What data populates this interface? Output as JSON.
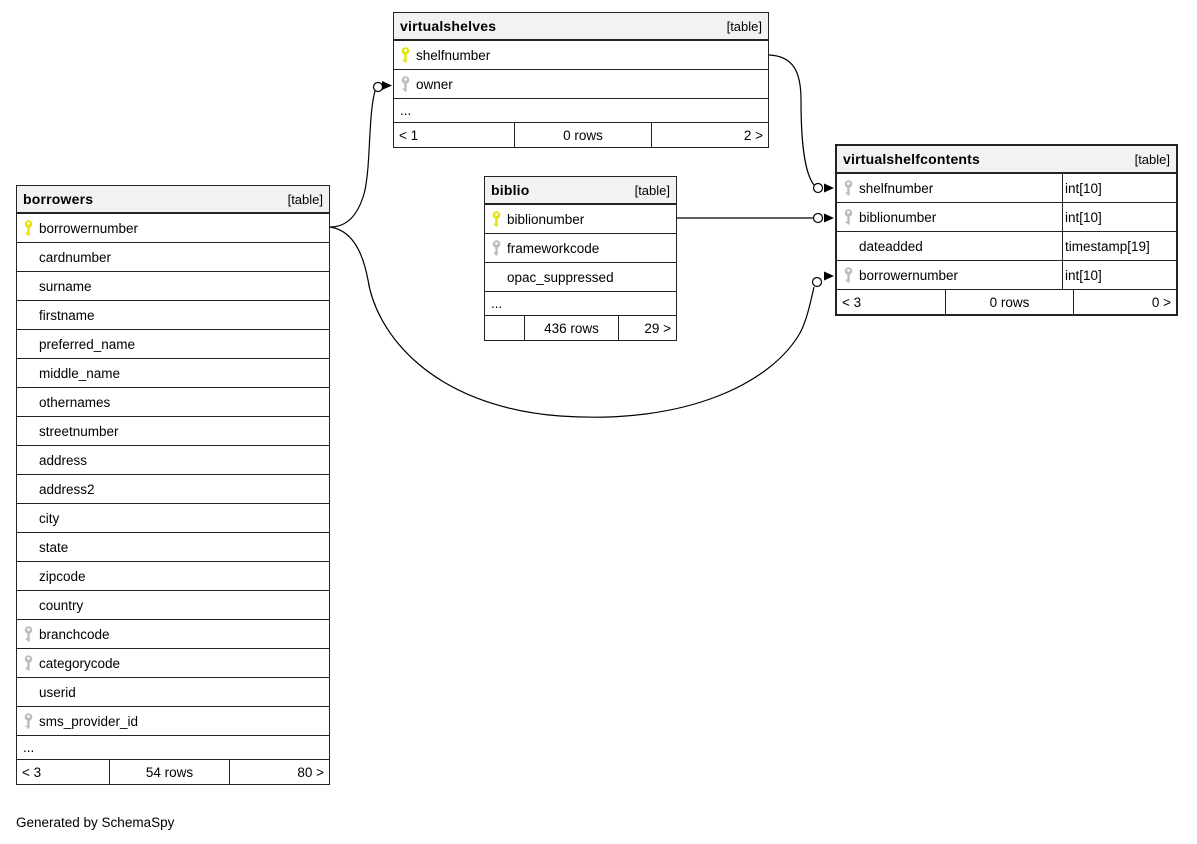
{
  "note": "Generated by SchemaSpy",
  "colors": {
    "primary_key_icon": "#e3e307",
    "foreign_key_icon": "#bcbcbc",
    "table_header_bg": "#f2f2f2",
    "table_border": "#232323",
    "relationship_line": "#000000",
    "background": "#ffffff"
  },
  "tables": {
    "virtualshelves": {
      "name": "virtualshelves",
      "tag": "[table]",
      "columns": [
        {
          "name": "shelfnumber",
          "key": "primary"
        },
        {
          "name": "owner",
          "key": "foreign"
        },
        {
          "name": "..."
        }
      ],
      "footer": {
        "prev": "< 1",
        "rows": "0 rows",
        "next": "2 >"
      }
    },
    "biblio": {
      "name": "biblio",
      "tag": "[table]",
      "columns": [
        {
          "name": "biblionumber",
          "key": "primary"
        },
        {
          "name": "frameworkcode",
          "key": "foreign"
        },
        {
          "name": "opac_suppressed"
        },
        {
          "name": "..."
        }
      ],
      "footer": {
        "prev": "",
        "rows": "436 rows",
        "next": "29 >"
      }
    },
    "borrowers": {
      "name": "borrowers",
      "tag": "[table]",
      "columns": [
        {
          "name": "borrowernumber",
          "key": "primary"
        },
        {
          "name": "cardnumber"
        },
        {
          "name": "surname"
        },
        {
          "name": "firstname"
        },
        {
          "name": "preferred_name"
        },
        {
          "name": "middle_name"
        },
        {
          "name": "othernames"
        },
        {
          "name": "streetnumber"
        },
        {
          "name": "address"
        },
        {
          "name": "address2"
        },
        {
          "name": "city"
        },
        {
          "name": "state"
        },
        {
          "name": "zipcode"
        },
        {
          "name": "country"
        },
        {
          "name": "branchcode",
          "key": "foreign"
        },
        {
          "name": "categorycode",
          "key": "foreign"
        },
        {
          "name": "userid"
        },
        {
          "name": "sms_provider_id",
          "key": "foreign"
        },
        {
          "name": "..."
        }
      ],
      "footer": {
        "prev": "< 3",
        "rows": "54 rows",
        "next": "80 >"
      }
    },
    "virtualshelfcontents": {
      "name": "virtualshelfcontents",
      "tag": "[table]",
      "columns": [
        {
          "name": "shelfnumber",
          "key": "foreign",
          "type": "int[10]"
        },
        {
          "name": "biblionumber",
          "key": "foreign",
          "type": "int[10]"
        },
        {
          "name": "dateadded",
          "type": "timestamp[19]"
        },
        {
          "name": "borrowernumber",
          "key": "foreign",
          "type": "int[10]"
        }
      ],
      "footer": {
        "prev": "< 3",
        "rows": "0 rows",
        "next": "0 >"
      }
    }
  },
  "relationships": [
    {
      "from": "virtualshelves.shelfnumber",
      "to": "virtualshelfcontents.shelfnumber"
    },
    {
      "from": "biblio.biblionumber",
      "to": "virtualshelfcontents.biblionumber"
    },
    {
      "from": "borrowers.borrowernumber",
      "to": "virtualshelves.owner"
    },
    {
      "from": "borrowers.borrowernumber",
      "to": "virtualshelfcontents.borrowernumber"
    }
  ]
}
